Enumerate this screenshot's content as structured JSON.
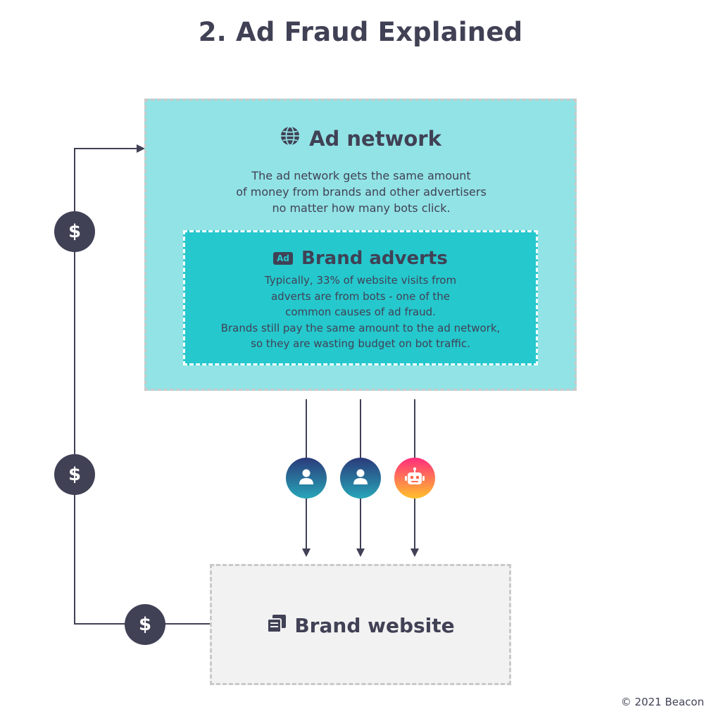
{
  "title": "2. Ad Fraud Explained",
  "ad_network": {
    "heading": "Ad network",
    "icon": "globe-icon",
    "description_lines": [
      "The ad network gets the same amount",
      "of money from brands and other advertisers",
      "no matter how many bots click."
    ]
  },
  "brand_adverts": {
    "badge": "Ad",
    "heading": "Brand adverts",
    "description_lines": [
      "Typically, 33% of website visits from",
      "adverts are from bots  - one of the",
      "common causes of ad fraud.",
      "Brands still pay the same amount to the ad network,",
      "so they are wasting budget on bot traffic."
    ]
  },
  "brand_website": {
    "heading": "Brand website",
    "icon": "website-pages-icon"
  },
  "money_symbol": "$",
  "visitors": [
    {
      "type": "human",
      "icon": "user-icon"
    },
    {
      "type": "human",
      "icon": "user-icon"
    },
    {
      "type": "bot",
      "icon": "robot-icon"
    }
  ],
  "colors": {
    "text": "#404155",
    "ad_network_bg": "#92e3e5",
    "brand_adverts_bg": "#25c8cd",
    "brand_website_bg": "#f2f2f2",
    "dashed_border": "#c9c9c9"
  },
  "copyright": "© 2021 Beacon"
}
